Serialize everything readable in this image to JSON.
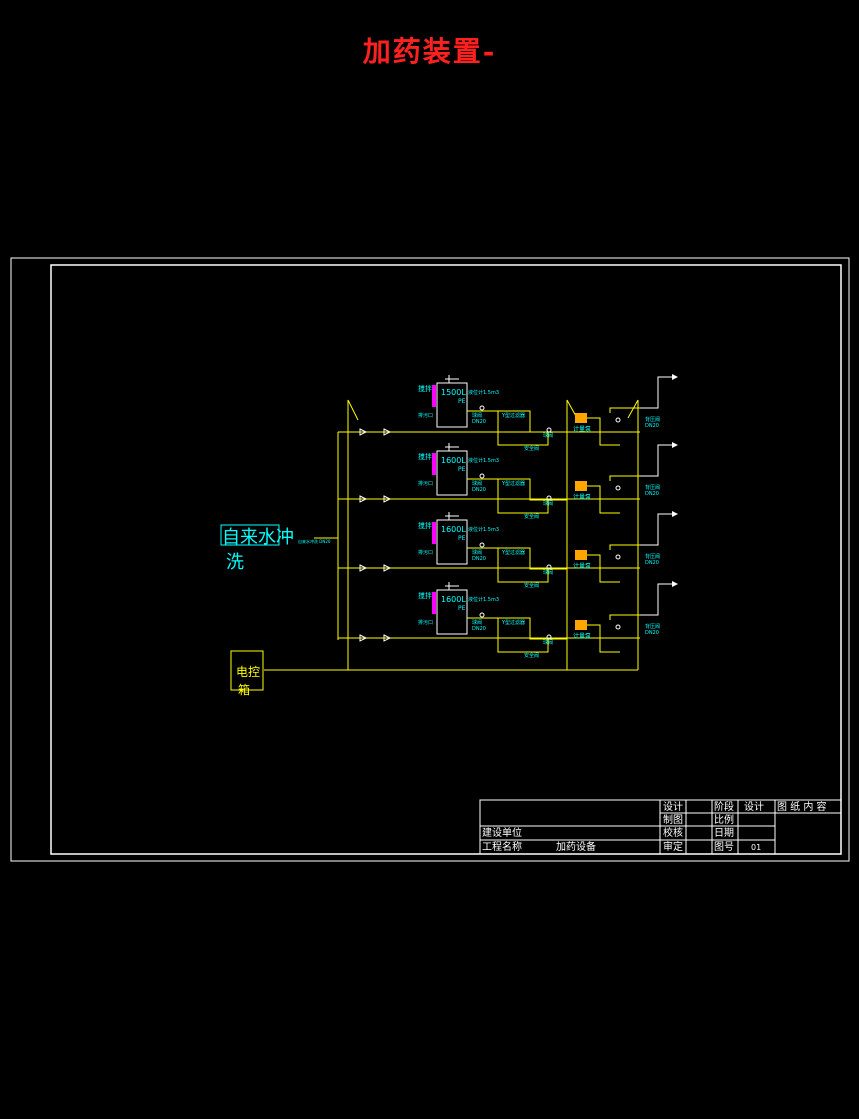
{
  "title": "加药装置-",
  "drawing": {
    "flush_label_line1": "自来水冲",
    "flush_label_line2": "洗",
    "flush_sub": "自来水冲洗 DN20",
    "control_box_line1": "电控",
    "control_box_line2": "箱",
    "tanks": [
      {
        "volume": "1500L",
        "material": "PE",
        "spec": "液位计1.5m3"
      },
      {
        "volume": "1600L",
        "material": "PE",
        "spec": "液位计1.5m3"
      },
      {
        "volume": "1600L",
        "material": "PE",
        "spec": "液位计1.5m3"
      },
      {
        "volume": "1600L",
        "material": "PE",
        "spec": "液位计1.5m3"
      }
    ],
    "labels": {
      "stirrer": "搅拌",
      "outlet_valve": "球阀",
      "y_filter": "Y型过滤器",
      "safety_valve": "安全阀",
      "metering_pump": "计量泵",
      "back_pressure_valve": "背压阀",
      "dn": "DN20",
      "drain": "排污口"
    }
  },
  "title_block": {
    "design": "设计",
    "draw": "制图",
    "check": "校核",
    "approve": "审定",
    "construction_unit": "建设单位",
    "project_name": "工程名称",
    "project_value": "加药设备",
    "stage": "阶段",
    "stage_value": "设计",
    "scale": "比例",
    "date": "日期",
    "drawing_no": "图号",
    "drawing_no_value": "01",
    "drawing_content": "图 纸 内 容"
  },
  "colors": {
    "frame": "#ffffff",
    "pipe": "#ffff00",
    "text_cyan": "#00ffff",
    "accent_magenta": "#ff00ff",
    "pump_orange": "#ffa500",
    "title_red": "#ff2020"
  }
}
